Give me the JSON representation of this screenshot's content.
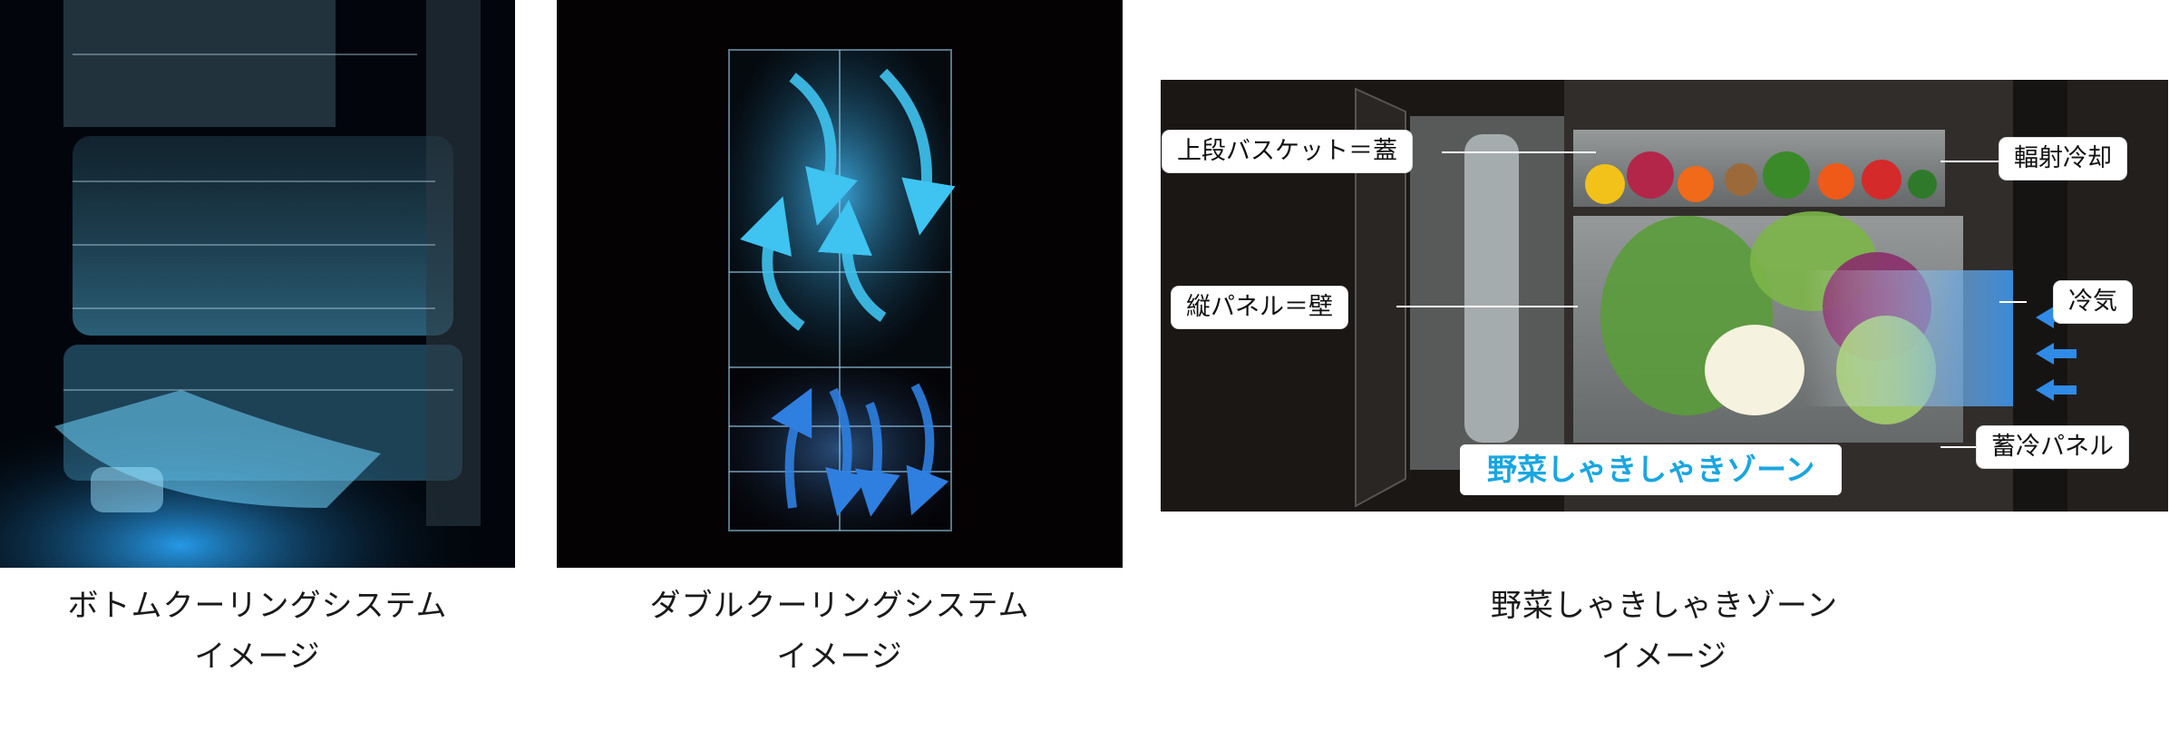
{
  "captions": {
    "bottom_cooling": {
      "line1": "ボトムクーリングシステム",
      "line2": "イメージ"
    },
    "double_cooling": {
      "line1": "ダブルクーリングシステム",
      "line2": "イメージ"
    },
    "vegetable_zone": {
      "line1": "野菜しゃきしゃきゾーン",
      "line2": "イメージ"
    }
  },
  "callouts": {
    "upper_basket": "上段バスケット＝蓋",
    "vertical_panel": "縦パネル＝壁",
    "radiant_cooling": "輻射冷却",
    "cold_air": "冷気",
    "cold_storage_panel": "蓄冷パネル",
    "zone_name": "野菜しゃきしゃきゾーン"
  },
  "colors": {
    "cooling_blue": "#3fc3f0",
    "arrow_blue": "#2f7fe0",
    "zone_text": "#1aa6e0"
  }
}
